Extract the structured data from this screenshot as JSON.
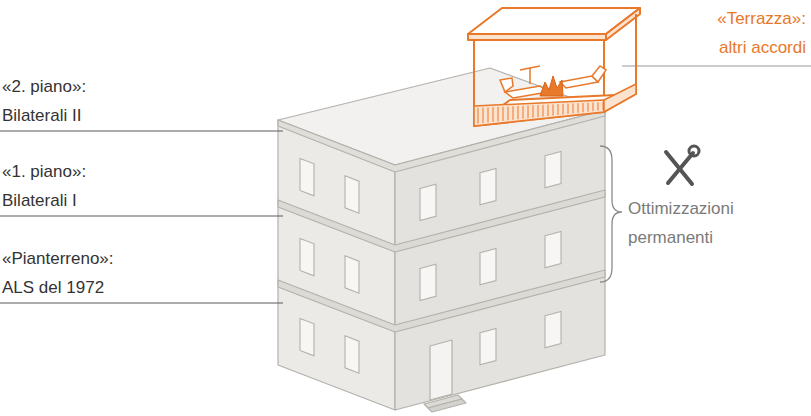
{
  "diagram": {
    "labels": [
      "«Terrazza»: altri accordi",
      "«2. piano»: Bilaterali II",
      "«1. piano»: Bilaterali I",
      "«Pianterreno»: ALS del 1972",
      "Ottimizzazioni permanenti"
    ]
  }
}
